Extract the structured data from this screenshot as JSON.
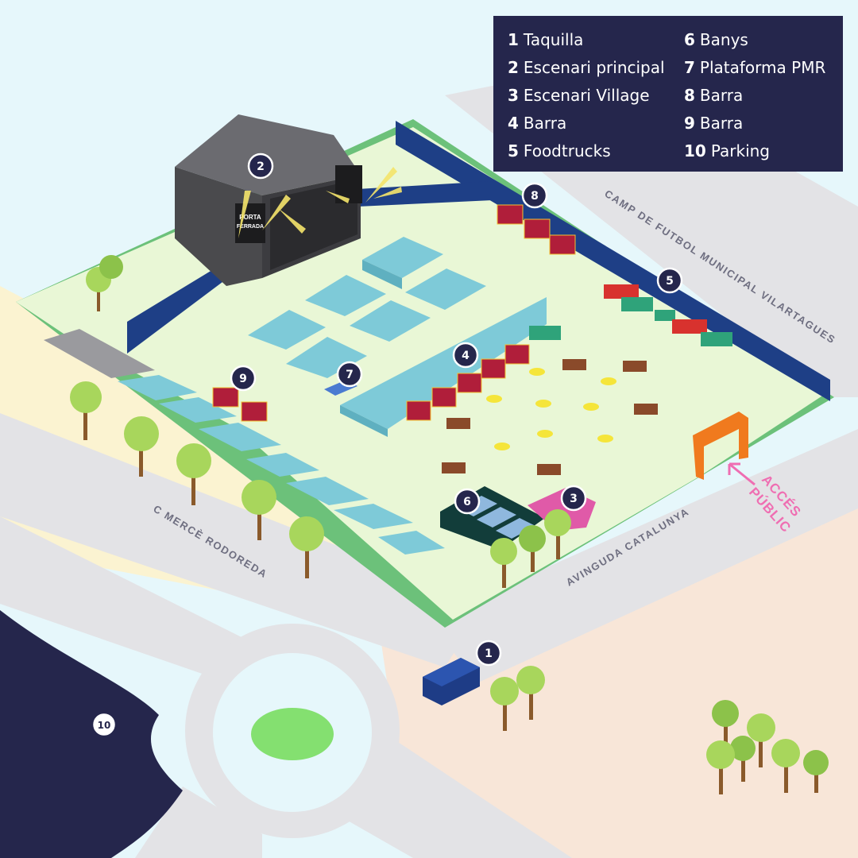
{
  "legend": {
    "items": [
      {
        "number": "1",
        "label": "Taquilla"
      },
      {
        "number": "2",
        "label": "Escenari principal"
      },
      {
        "number": "3",
        "label": "Escenari Village"
      },
      {
        "number": "4",
        "label": "Barra"
      },
      {
        "number": "5",
        "label": "Foodtrucks"
      },
      {
        "number": "6",
        "label": "Banys"
      },
      {
        "number": "7",
        "label": "Plataforma PMR"
      },
      {
        "number": "8",
        "label": "Barra"
      },
      {
        "number": "9",
        "label": "Barra"
      },
      {
        "number": "10",
        "label": "Parking"
      }
    ]
  },
  "markers": {
    "m1": "1",
    "m2": "2",
    "m3": "3",
    "m4": "4",
    "m5": "5",
    "m6": "6",
    "m7": "7",
    "m8": "8",
    "m9": "9",
    "m10": "10"
  },
  "streets": {
    "camp": "CAMP DE FUTBOL MUNICIPAL VILARTAGUES",
    "merce": "C MERCÈ RODOREDA",
    "avinguda": "AVINGUDA CATALUNYA"
  },
  "access": {
    "line1": "ACCÉS",
    "line2": "PÚBLIC"
  },
  "stage_banner": {
    "line1": "PORTA",
    "line2": "FERRADA"
  },
  "colors": {
    "background": "#e6f7fb",
    "road": "#e3e3e6",
    "venue": "#e9f7d6",
    "border_green": "#6cc17a",
    "fence": "#1e3f86",
    "legend_bg": "#25264c",
    "tent": "#7ecad8",
    "parking": "#25264c",
    "access": "#ef6eb2",
    "stage": "#4a4a4d",
    "village_stage": "#e05aa8",
    "ticket_office": "#1e3c86",
    "foodtruck_red": "#d8322e",
    "foodtruck_green": "#2fa37a"
  }
}
